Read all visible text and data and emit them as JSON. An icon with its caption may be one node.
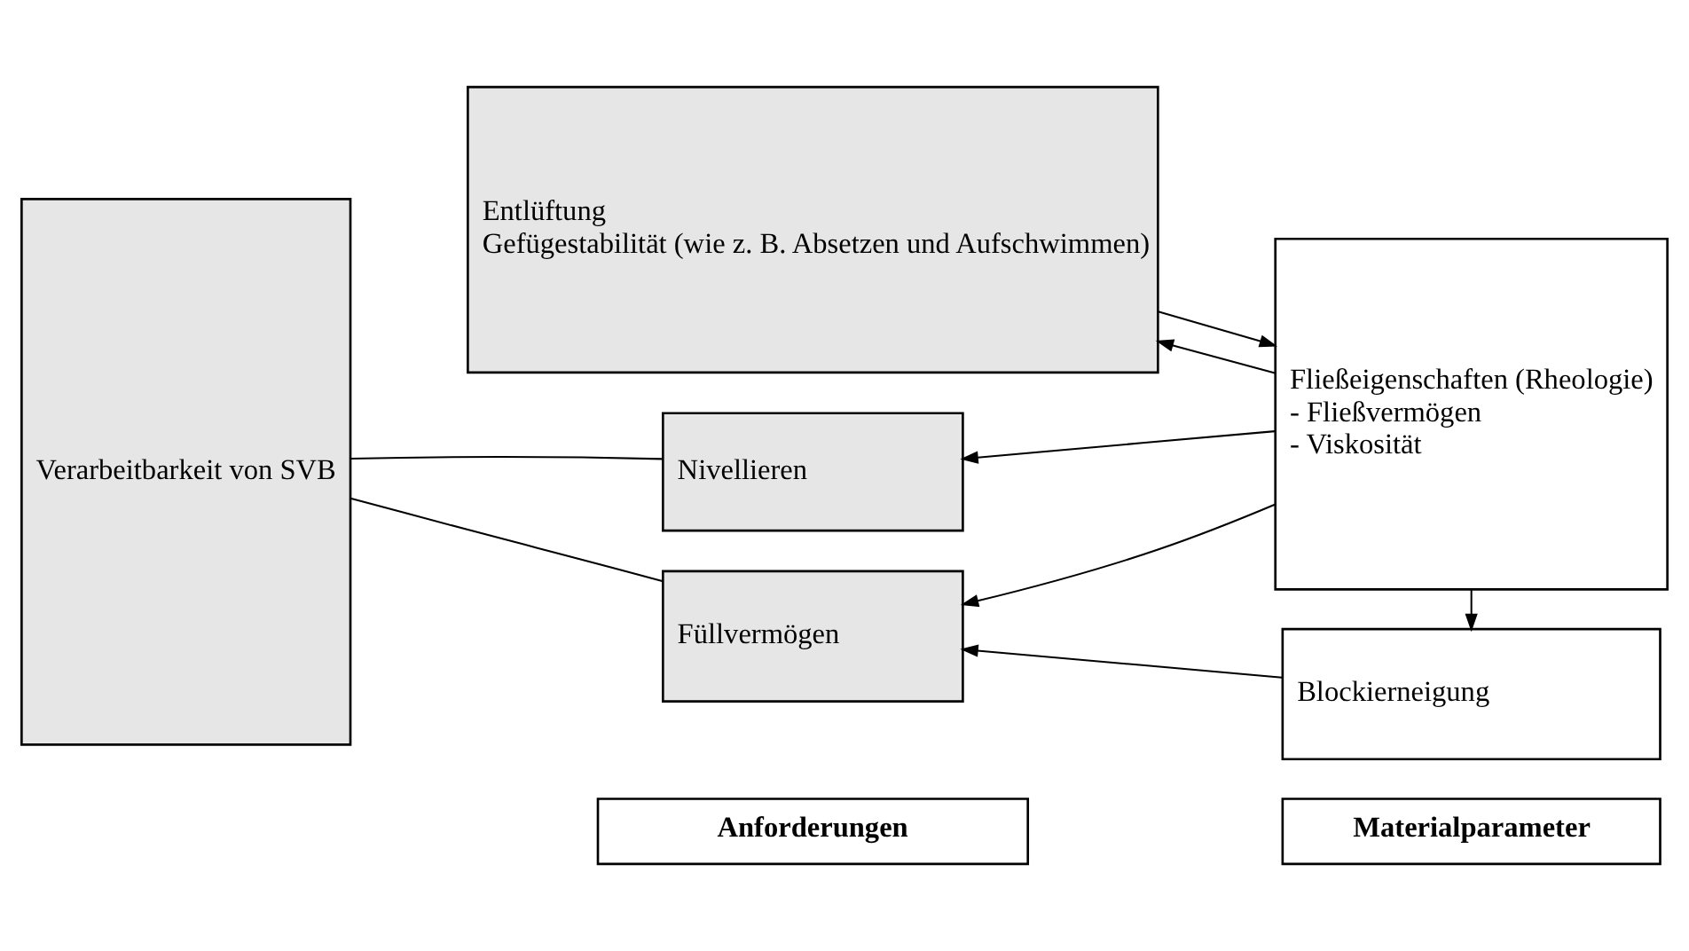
{
  "diagram": {
    "nodes": [
      {
        "text": [
          "Verarbeitbarkeit von SVB"
        ]
      },
      {
        "text": [
          "Nivellieren"
        ]
      },
      {
        "text": [
          "Entlüftung",
          "Gefügestabilität (wie z. B. Absetzen und Aufschwimmen)"
        ]
      },
      {
        "text": [
          "Füllvermögen"
        ]
      },
      {
        "text": [
          "Fließeigenschaften (Rheologie)",
          "- Fließvermögen",
          "- Viskosität"
        ]
      },
      {
        "text": [
          "Blockierneigung"
        ]
      },
      {
        "text": [
          "Anforderungen"
        ]
      },
      {
        "text": [
          "Materialparameter"
        ]
      }
    ],
    "edges": [
      {
        "from": 0,
        "to": 1,
        "arrow": "none"
      },
      {
        "from": 0,
        "to": 3,
        "arrow": "none"
      },
      {
        "from": 4,
        "to": 1,
        "arrow": "to"
      },
      {
        "from": 4,
        "to": 2,
        "arrow": "to"
      },
      {
        "from": 2,
        "to": 4,
        "arrow": "to"
      },
      {
        "from": 4,
        "to": 3,
        "arrow": "to"
      },
      {
        "from": 4,
        "to": 5,
        "arrow": "to"
      },
      {
        "from": 5,
        "to": 3,
        "arrow": "to"
      }
    ]
  }
}
